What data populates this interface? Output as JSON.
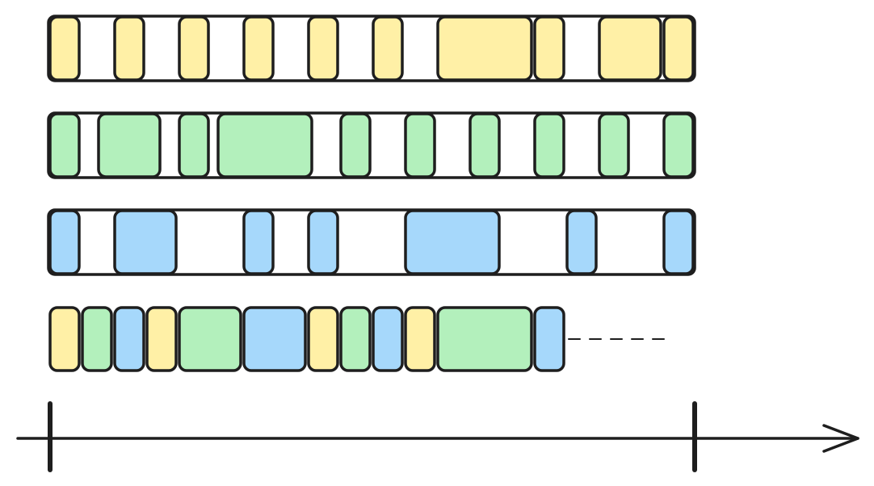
{
  "colors": {
    "yellow": "#fff0a6",
    "green": "#b3f0bc",
    "blue": "#a6d8fb",
    "stroke": "#1e1e1e",
    "background": "#ffffff"
  },
  "rows": [
    {
      "name": "yellow-track",
      "segments": [
        {
          "color": "yellow",
          "start": 0,
          "end": 1
        },
        {
          "color": "yellow",
          "start": 2,
          "end": 3
        },
        {
          "color": "yellow",
          "start": 4,
          "end": 5
        },
        {
          "color": "yellow",
          "start": 6,
          "end": 7
        },
        {
          "color": "yellow",
          "start": 8,
          "end": 9
        },
        {
          "color": "yellow",
          "start": 10,
          "end": 11
        },
        {
          "color": "yellow",
          "start": 12,
          "end": 15
        },
        {
          "color": "yellow",
          "start": 15,
          "end": 16
        },
        {
          "color": "yellow",
          "start": 17,
          "end": 19
        },
        {
          "color": "yellow",
          "start": 19,
          "end": 20
        }
      ]
    },
    {
      "name": "green-track",
      "segments": [
        {
          "color": "green",
          "start": 0,
          "end": 1
        },
        {
          "color": "green",
          "start": 1.5,
          "end": 3.5
        },
        {
          "color": "green",
          "start": 4,
          "end": 5
        },
        {
          "color": "green",
          "start": 5.2,
          "end": 8.2
        },
        {
          "color": "green",
          "start": 9,
          "end": 10
        },
        {
          "color": "green",
          "start": 11,
          "end": 12
        },
        {
          "color": "green",
          "start": 13,
          "end": 14
        },
        {
          "color": "green",
          "start": 15,
          "end": 16
        },
        {
          "color": "green",
          "start": 17,
          "end": 18
        },
        {
          "color": "green",
          "start": 19,
          "end": 20
        }
      ]
    },
    {
      "name": "blue-track",
      "segments": [
        {
          "color": "blue",
          "start": 0,
          "end": 1
        },
        {
          "color": "blue",
          "start": 2,
          "end": 4
        },
        {
          "color": "blue",
          "start": 6,
          "end": 7
        },
        {
          "color": "blue",
          "start": 8,
          "end": 9
        },
        {
          "color": "blue",
          "start": 11,
          "end": 14
        },
        {
          "color": "blue",
          "start": 16,
          "end": 17
        },
        {
          "color": "blue",
          "start": 19,
          "end": 20
        }
      ]
    },
    {
      "name": "merged-track",
      "continues": true,
      "segments": [
        {
          "color": "yellow",
          "start": 0,
          "end": 1
        },
        {
          "color": "green",
          "start": 1,
          "end": 2
        },
        {
          "color": "blue",
          "start": 2,
          "end": 3
        },
        {
          "color": "yellow",
          "start": 3,
          "end": 4
        },
        {
          "color": "green",
          "start": 4,
          "end": 6
        },
        {
          "color": "blue",
          "start": 6,
          "end": 8
        },
        {
          "color": "yellow",
          "start": 8,
          "end": 9
        },
        {
          "color": "green",
          "start": 9,
          "end": 10
        },
        {
          "color": "blue",
          "start": 10,
          "end": 11
        },
        {
          "color": "yellow",
          "start": 11,
          "end": 12
        },
        {
          "color": "green",
          "start": 12,
          "end": 15
        },
        {
          "color": "blue",
          "start": 15,
          "end": 16
        }
      ]
    }
  ],
  "timeline": {
    "span": 20
  }
}
